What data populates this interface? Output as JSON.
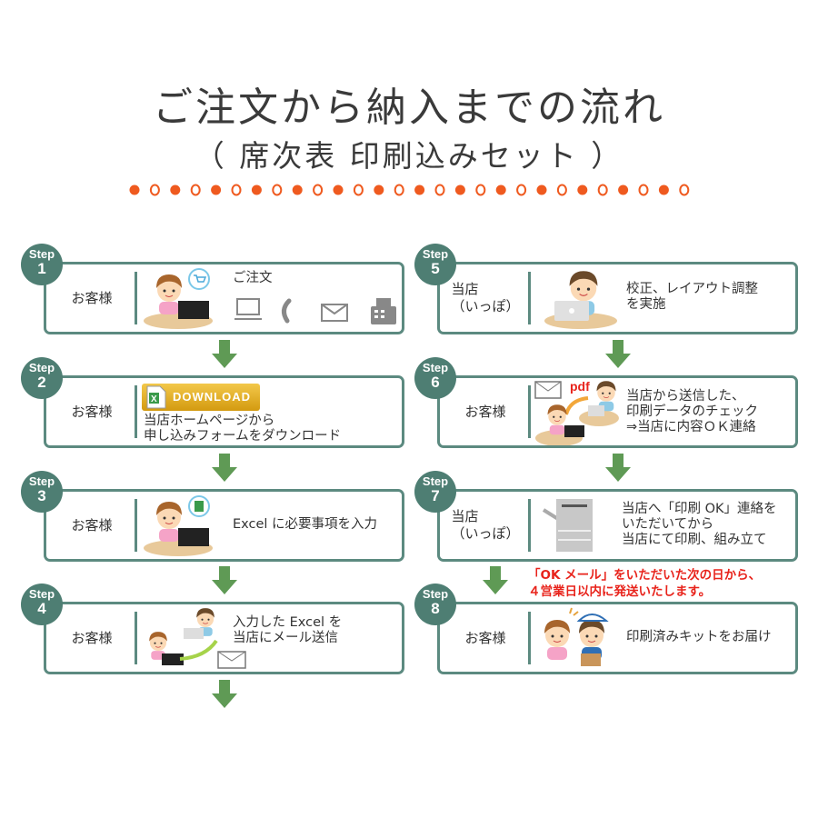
{
  "header": {
    "title": "ご注文から納入までの流れ",
    "subtitle": "（ 席次表 印刷込みセット ）"
  },
  "colors": {
    "accent": "#5c8a80",
    "step_badge": "#4e7e73",
    "dots": "#ef5a1f",
    "arrow": "#5f9a55",
    "note": "#e8231b"
  },
  "step_prefix": "Step",
  "steps": [
    {
      "num": "1",
      "who": "お客様",
      "desc": "ご注文",
      "icons": [
        "girl-laptop-cart-icon",
        "computer-icon",
        "phone-icon",
        "mail-icon",
        "fax-icon"
      ]
    },
    {
      "num": "2",
      "who": "お客様",
      "desc": "当店ホームページから\n申し込みフォームをダウンロード",
      "button": "DOWNLOAD",
      "icons": [
        "excel-file-icon"
      ]
    },
    {
      "num": "3",
      "who": "お客様",
      "desc": "Excel に必要事項を入力",
      "icons": [
        "girl-laptop-excel-icon"
      ]
    },
    {
      "num": "4",
      "who": "お客様",
      "desc": "入力した Excel を\n当店にメール送信",
      "icons": [
        "girl-send-mail-icon"
      ]
    },
    {
      "num": "5",
      "who": "当店\n（いっぽ）",
      "desc": "校正、レイアウト調整\nを実施",
      "icons": [
        "boy-laptop-icon"
      ]
    },
    {
      "num": "6",
      "who": "お客様",
      "desc": "当店から送信した、\n印刷データのチェック\n⇒当店に内容ＯＫ連絡",
      "pdf_label": "pdf",
      "icons": [
        "mail-pdf-icon"
      ]
    },
    {
      "num": "7",
      "who": "当店\n（いっぽ）",
      "desc": "当店へ「印刷 OK」連絡を\nいただいてから\n当店にて印刷、組み立て",
      "icons": [
        "printer-icon"
      ]
    },
    {
      "num": "8",
      "who": "お客様",
      "desc": "印刷済みキットをお届け",
      "icons": [
        "delivery-icon"
      ]
    }
  ],
  "note": "「OK メール」をいただいた次の日から、\n４営業日以内に発送いたします。"
}
